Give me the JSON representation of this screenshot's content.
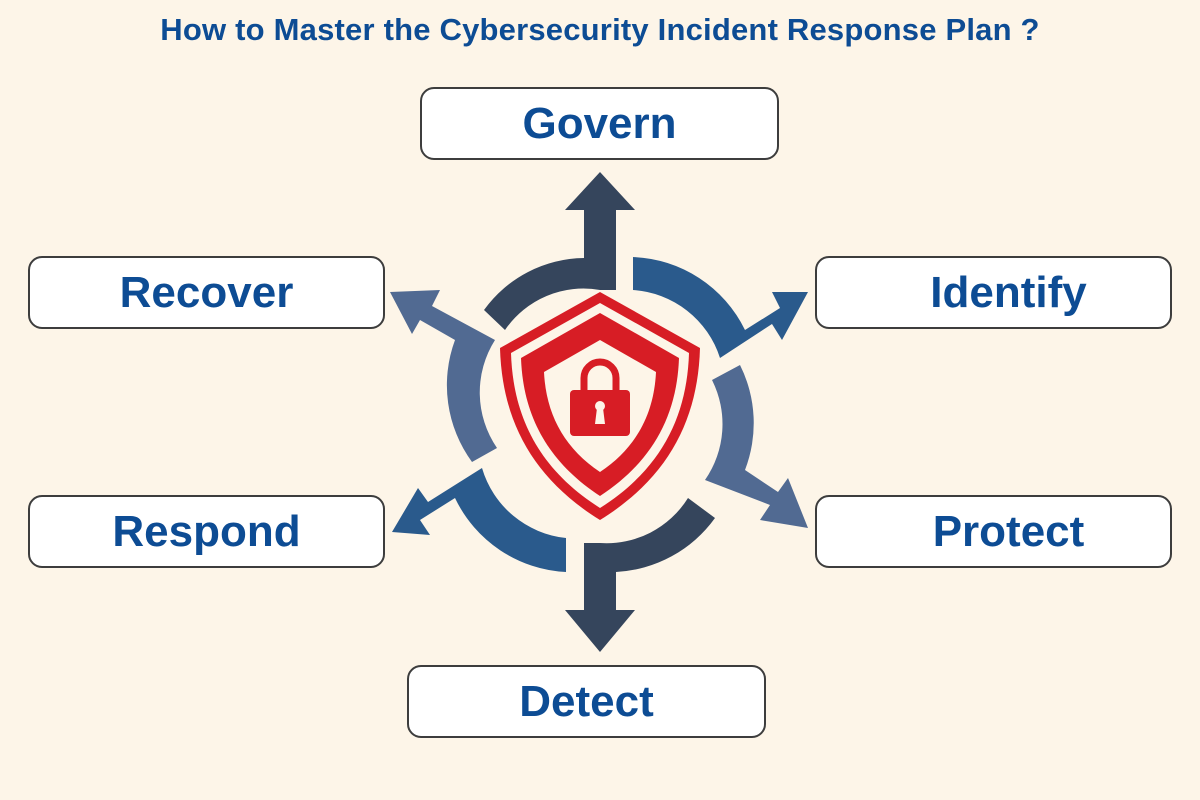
{
  "title": "How to Master the Cybersecurity Incident Response Plan ?",
  "center_icon": "shield-lock-icon",
  "colors": {
    "background": "#fdf5e8",
    "text_blue": "#0d4c94",
    "dark_slate": "#35455c",
    "mid_blue": "#2a5a8c",
    "steel_blue": "#516a92",
    "shield_red": "#d71d25"
  },
  "stages": [
    {
      "label": "Govern",
      "position": "top"
    },
    {
      "label": "Identify",
      "position": "upper-right"
    },
    {
      "label": "Protect",
      "position": "lower-right"
    },
    {
      "label": "Detect",
      "position": "bottom"
    },
    {
      "label": "Respond",
      "position": "lower-left"
    },
    {
      "label": "Recover",
      "position": "upper-left"
    }
  ]
}
